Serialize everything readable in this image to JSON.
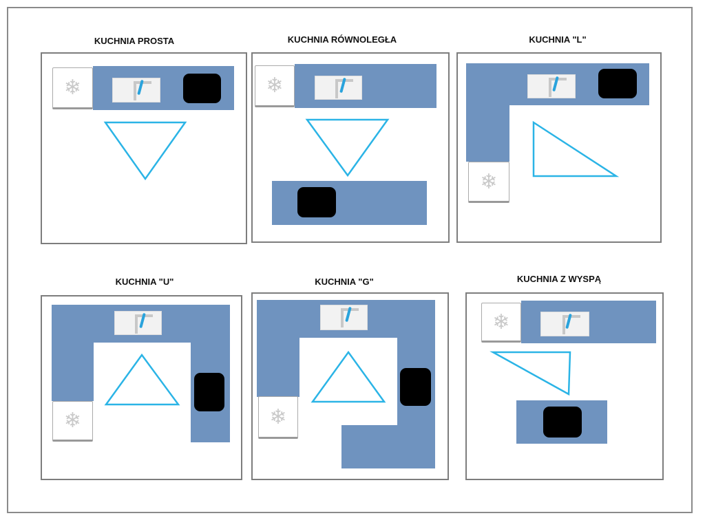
{
  "layouts": [
    {
      "title": "KUCHNIA PROSTA"
    },
    {
      "title": "KUCHNIA RÓWNOLEGŁA"
    },
    {
      "title": "KUCHNIA \"L\""
    },
    {
      "title": "KUCHNIA \"U\""
    },
    {
      "title": "KUCHNIA \"G\""
    },
    {
      "title": "KUCHNIA Z WYSPĄ"
    }
  ],
  "icons": {
    "fridge": "snowflake-icon",
    "sink": "sink-icon",
    "stove": "stove-icon"
  },
  "colors": {
    "counter": "#6f93bf",
    "triangle": "#2bb4e6",
    "stove": "#000000"
  }
}
